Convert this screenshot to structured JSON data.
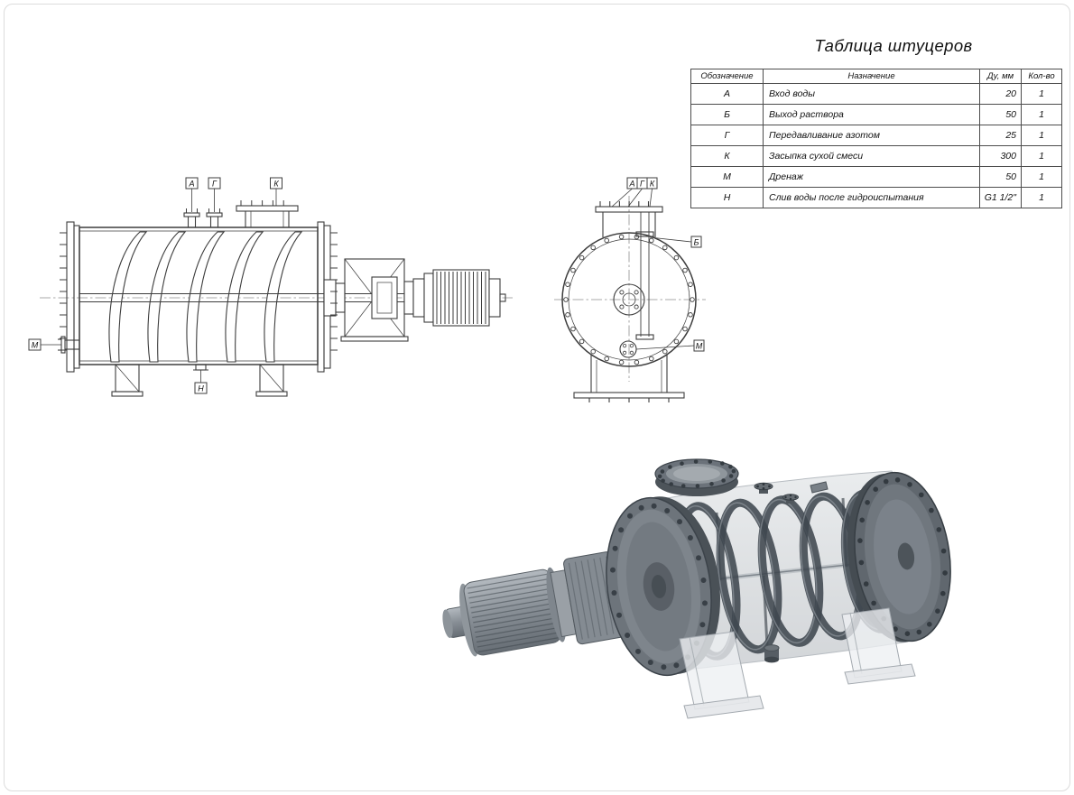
{
  "table": {
    "title": "Таблица штуцеров",
    "headers": {
      "mark": "Обозначение",
      "purpose": "Назначение",
      "dn": "Ду, мм",
      "qty": "Кол-во"
    },
    "rows": [
      {
        "mark": "А",
        "purpose": "Вход воды",
        "dn": "20",
        "qty": "1"
      },
      {
        "mark": "Б",
        "purpose": "Выход раствора",
        "dn": "50",
        "qty": "1"
      },
      {
        "mark": "Г",
        "purpose": "Передавливание азотом",
        "dn": "25",
        "qty": "1"
      },
      {
        "mark": "К",
        "purpose": "Засыпка сухой смеси",
        "dn": "300",
        "qty": "1"
      },
      {
        "mark": "М",
        "purpose": "Дренаж",
        "dn": "50",
        "qty": "1"
      },
      {
        "mark": "Н",
        "purpose": "Слив воды после гидроиспытания",
        "dn": "G1 1/2\"",
        "qty": "1"
      }
    ]
  },
  "callouts": {
    "a": "А",
    "b": "Б",
    "g": "Г",
    "k": "К",
    "m": "М",
    "n": "Н"
  },
  "colors": {
    "line": "#3d3d3d",
    "steel_dark": "#4a5157",
    "steel_mid": "#6d747b",
    "steel_light": "#9aa1a7"
  }
}
